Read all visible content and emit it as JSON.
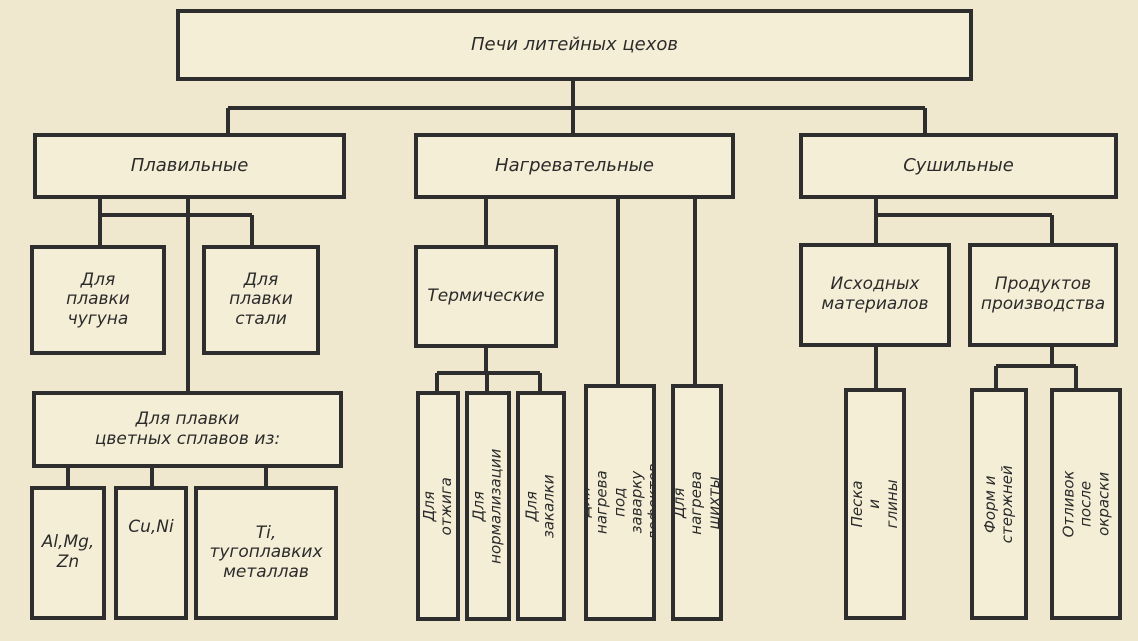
{
  "diagram": {
    "root": "Печи литейных цехов",
    "melting": {
      "title": "Плавильные",
      "cast_iron": "Для\nплавки\nчугуна",
      "steel": "Для\nплавки\nстали",
      "nonferrous": "Для плавки\nцветных сплавов из:",
      "al_mg_zn": "Al,Mg,\nZn",
      "cu_ni": "Cu,Ni",
      "ti": "Ti,\nтугоплавких\nметаллав"
    },
    "heating": {
      "title": "Нагревательные",
      "thermal": "Термические",
      "annealing": "Для отжига",
      "normalization": "Для нормализации",
      "hardening": "Для закалки",
      "defect_welding": "Для нагрева под\nзаварку дефектов",
      "charge": "Для нагрева\nшихты"
    },
    "drying": {
      "title": "Сушильные",
      "raw": "Исходных\nматериалов",
      "products": "Продуктов\nпроизводства",
      "sand_clay": "Песка и глины",
      "molds_cores": "Форм и стержней",
      "castings_paint": "Отливок\nпосле окраски"
    }
  }
}
